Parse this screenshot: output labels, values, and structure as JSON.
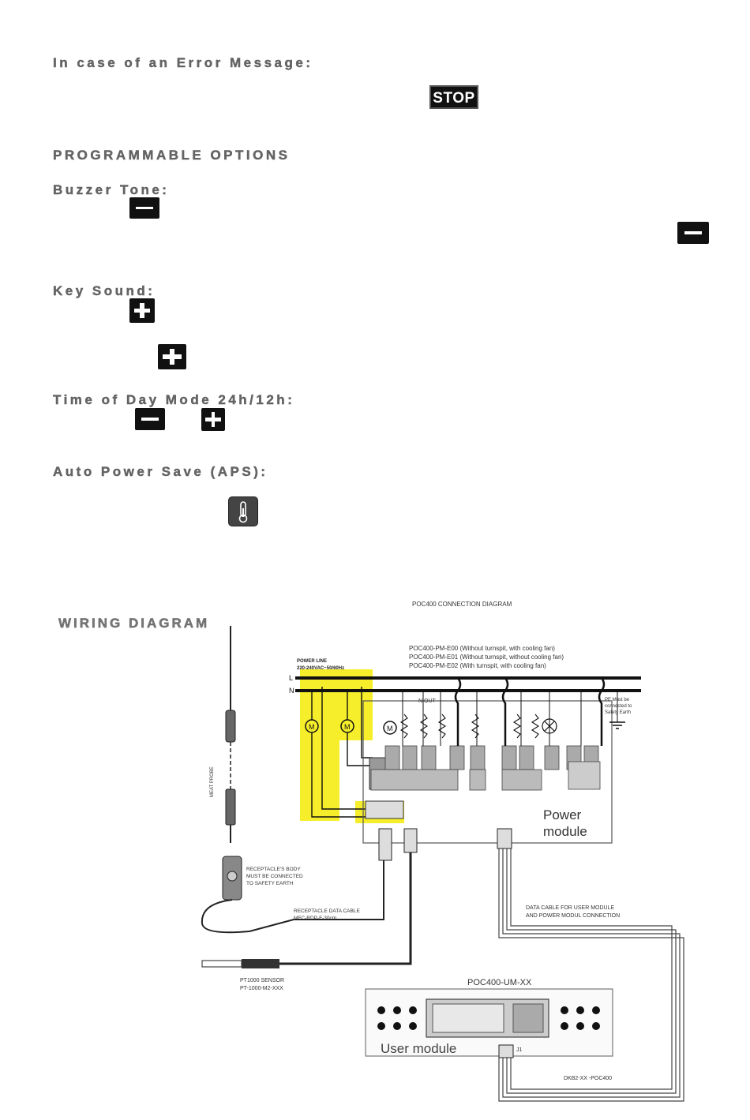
{
  "headings": {
    "error_message": "In case of an Error Message:",
    "programmable_options": "PROGRAMMABLE OPTIONS",
    "buzzer_tone": "Buzzer Tone:",
    "key_sound": "Key Sound:",
    "time_of_day_mode": "Time of Day Mode 24h/12h:",
    "auto_power_save": "Auto Power Save (APS):",
    "wiring_diagram": "WIRING DIAGRAM"
  },
  "buttons": {
    "stop_label": "STOP",
    "icons": [
      "minus-icon",
      "plus-icon",
      "thermometer-icon"
    ]
  },
  "diagram": {
    "title": "POC400 CONNECTION DIAGRAM",
    "models": [
      "POC400-PM-E00 (Without turnspit, with cooling fan)",
      "POC400-PM-E01 (Without turnspit, without cooling fan)",
      "POC400-PM-E02 (With turnspit, with cooling fan)"
    ],
    "power_line": "POWER LINE",
    "power_spec": "220-240VAC~50/60Hz",
    "line_l": "L",
    "line_n": "N",
    "n_out": "N OUT",
    "earth_note": [
      "PE Must be",
      "connected to",
      "Safety Earth"
    ],
    "power_module": [
      "Power",
      "module"
    ],
    "meat_probe": "MEAT PROBE",
    "receptacle_body": [
      "RECEPTACLE'S BODY",
      "MUST BE CONNECTED",
      "TO SAFETY EARTH"
    ],
    "receptacle_cable": [
      "RECEPTACLE DATA CABLE",
      "MFC-RDP-F-30cm"
    ],
    "data_cable": [
      "DATA CABLE FOR USER MODULE",
      "AND POWER MODUL CONNECTION"
    ],
    "pt1000": [
      "PT1000 SENSOR",
      "PT-1000-M2-XXX"
    ],
    "user_module_code": "POC400-UM-XX",
    "user_module": "User module",
    "cable_code": "DKB2-XX -POC400",
    "connector_j1": "J1"
  },
  "colors": {
    "highlight": "#f6ee2a",
    "ink": "#1a1a1a",
    "grey": "#999999"
  }
}
